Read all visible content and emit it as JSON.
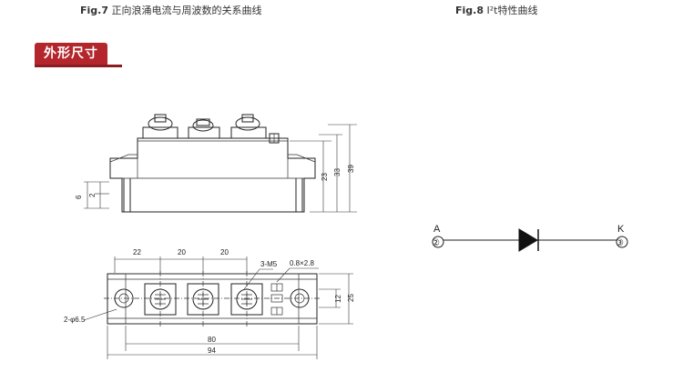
{
  "captions": {
    "fig7_prefix": "Fig.7",
    "fig7_text": "正向浪涌电流与周波数的关系曲线",
    "fig8_prefix": "Fig.8",
    "fig8_text": "I²t特性曲线"
  },
  "section": {
    "title": "外形尺寸"
  },
  "side_view_dims": {
    "d6": "6",
    "d2": "2",
    "d23": "23",
    "d33": "33",
    "d39": "39"
  },
  "top_view_dims": {
    "d22": "22",
    "d20a": "20",
    "d20b": "20",
    "screw": "3-M5",
    "tab": "0.8×2.8",
    "hole": "2-φ6.5",
    "d12": "12",
    "d25": "25",
    "d80": "80",
    "d94": "94"
  },
  "symbol": {
    "anode_label": "A",
    "anode_pin": "②",
    "cathode_label": "K",
    "cathode_pin": "③"
  }
}
